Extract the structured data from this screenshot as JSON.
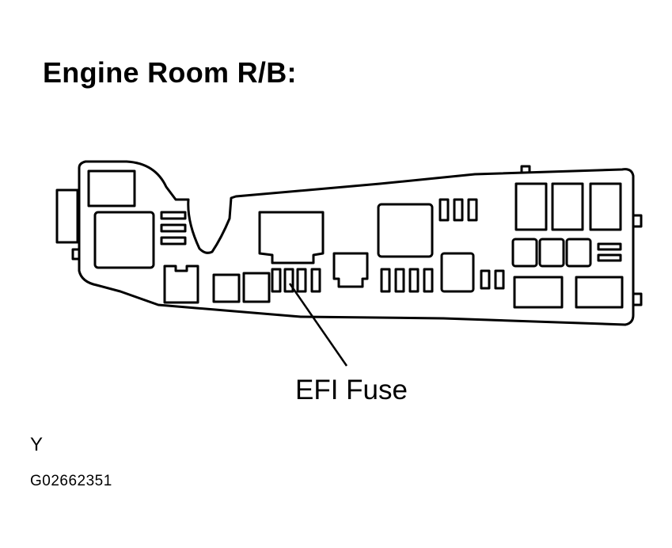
{
  "title": "Engine Room R/B:",
  "callout": {
    "label": "EFI Fuse"
  },
  "footer": {
    "letter": "Y",
    "code": "G02662351"
  }
}
